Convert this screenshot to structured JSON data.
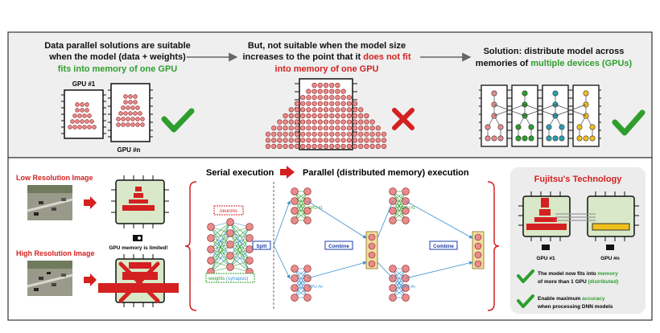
{
  "top": {
    "col1": {
      "line1": "Data parallel solutions are suitable",
      "line2": "when the model (data + weights)",
      "line3": "fits into memory of one GPU",
      "gpu_label_1": "GPU #1",
      "gpu_label_n": "GPU #n"
    },
    "col2": {
      "line1": "But, not suitable when the model size",
      "line2a": "increases to the point that it ",
      "line2b": "does not fit",
      "line3": "into memory of one GPU"
    },
    "col3": {
      "line1": "Solution: distribute model across",
      "line2a": "memories of ",
      "line2b": "multiple devices (GPUs)"
    }
  },
  "bottom": {
    "low_res_label": "Low Resolution Image",
    "high_res_label": "High Resolution Image",
    "gpu_memory_limited": "GPU memory is limited!",
    "serial_execution": "Serial execution",
    "parallel_execution": "Parallel (distributed memory) execution",
    "neurons_label": "neurons",
    "weights_label": "weights",
    "synapsis_label": "(synapsis)",
    "split_label": "Split",
    "combine_label_1": "Combine",
    "combine_label_2": "Combine",
    "gpu1_small": "GPU #1",
    "gpun_small": "GPU #n"
  },
  "fujitsu": {
    "title": "Fujitsu's Technology",
    "gpu1": "GPU #1",
    "gpun": "GPU #n",
    "item1_line1a": "The model now fits into ",
    "item1_line1b": "memory",
    "item1_line2a": "of more than 1 GPU ",
    "item1_line2b": "(distributed)",
    "item2_line1a": "Enable maximum ",
    "item2_line1b": "accuracy",
    "item2_line2": "when processing DNN models"
  },
  "colors": {
    "green": "#2e9e2e",
    "red": "#d42020",
    "pink": "#e88b8b",
    "dark_red": "#8b1a1a",
    "blue": "#1a3da8",
    "teal": "#2aa0b0",
    "yellow": "#f0c020"
  }
}
